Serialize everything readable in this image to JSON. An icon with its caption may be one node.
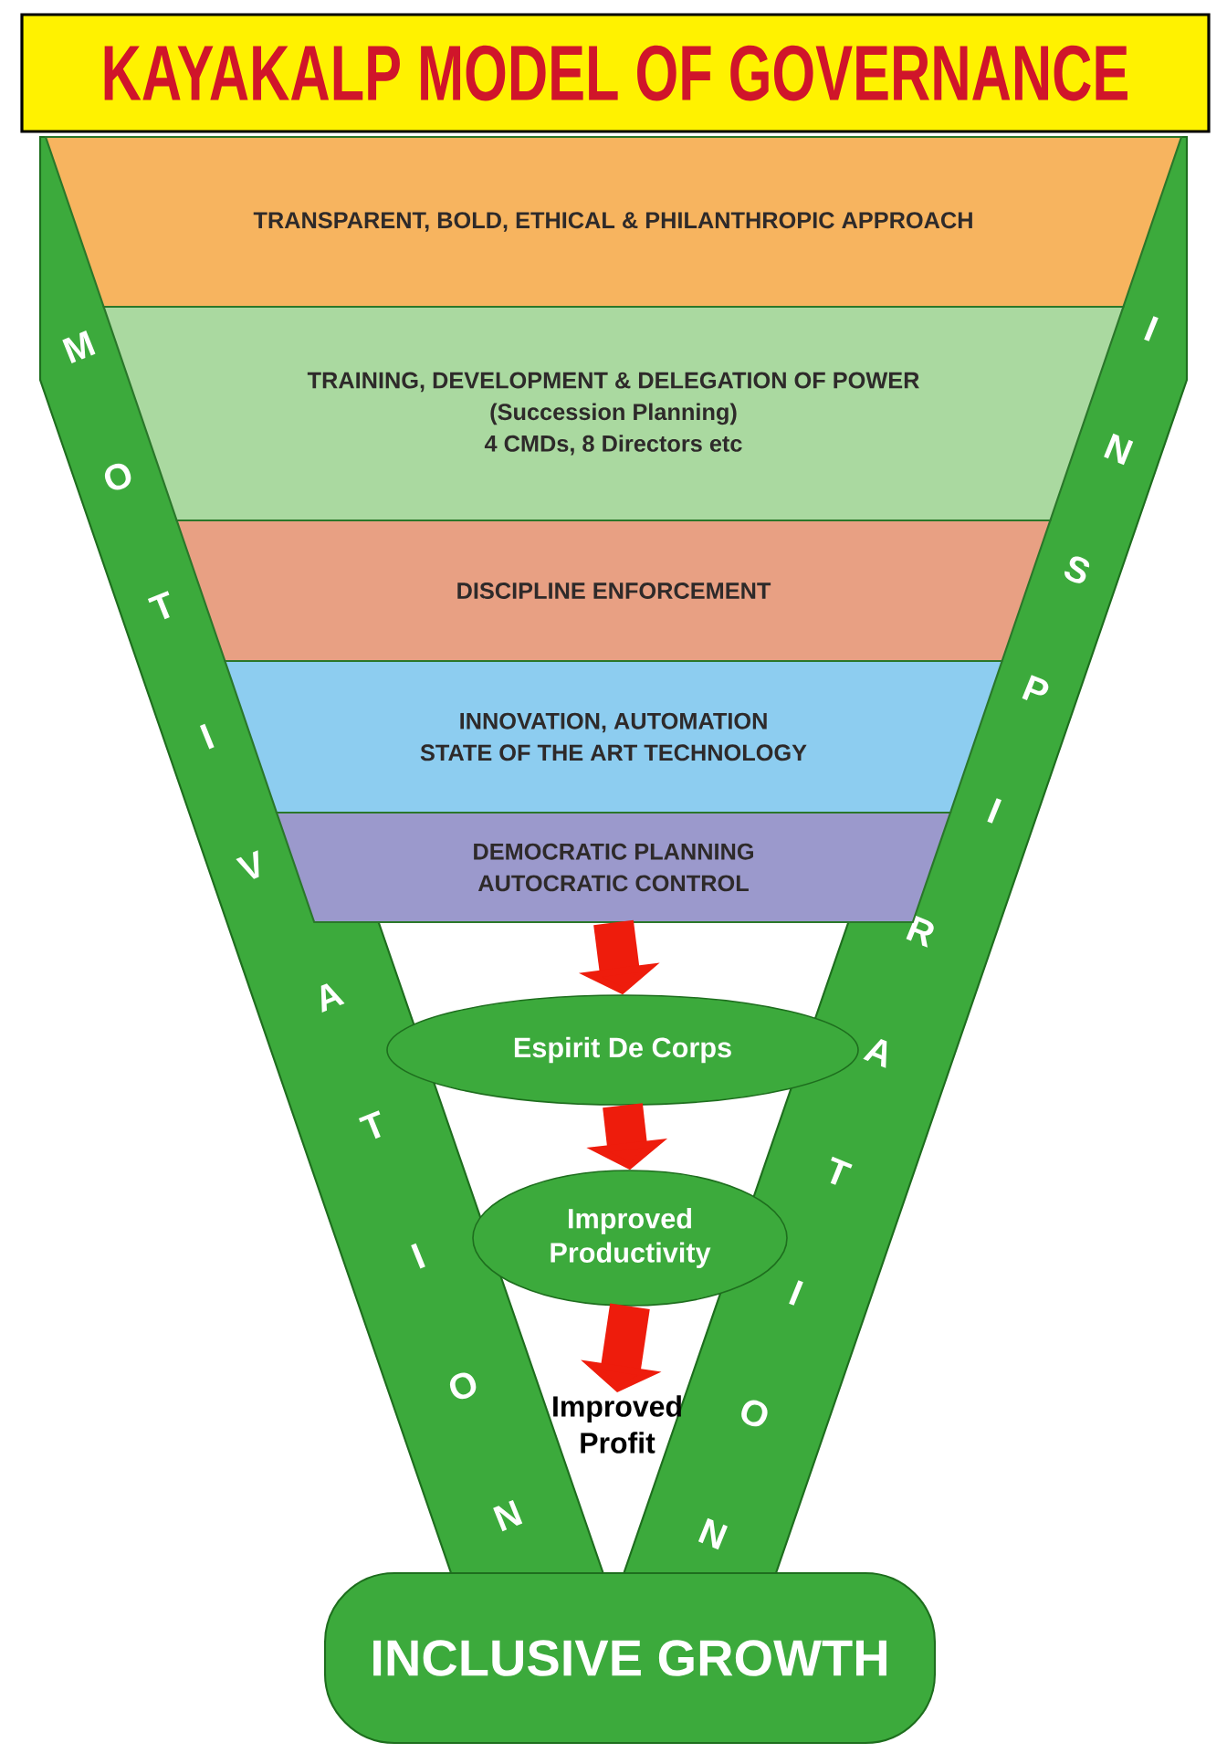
{
  "diagram": {
    "title": "KAYAKALP MODEL OF GOVERNANCE",
    "nodes": [
      {
        "text": [
          "TRANSPARENT, BOLD, ETHICAL & PHILANTHROPIC APPROACH"
        ]
      },
      {
        "text": [
          "TRAINING, DEVELOPMENT & DELEGATION OF POWER",
          "(Succession Planning)",
          "4 CMDs, 8 Directors etc"
        ]
      },
      {
        "text": [
          "DISCIPLINE ENFORCEMENT"
        ]
      },
      {
        "text": [
          "INNOVATION, AUTOMATION",
          "STATE OF THE ART TECHNOLOGY"
        ]
      },
      {
        "text": [
          "DEMOCRATIC PLANNING",
          "AUTOCRATIC CONTROL"
        ]
      },
      {
        "text": [
          "Espirit De Corps"
        ]
      },
      {
        "text": [
          "Improved Productivity"
        ]
      },
      {
        "text": [
          "Improved Profit"
        ]
      },
      {
        "text": [
          "INCLUSIVE GROWTH"
        ]
      },
      {
        "text": [
          "M",
          "O",
          "T",
          "I",
          "V",
          "A",
          "T",
          "I",
          "O",
          "N"
        ]
      },
      {
        "text": [
          "I",
          "N",
          "S",
          "P",
          "I",
          "R",
          "A",
          "T",
          "I",
          "O",
          "N"
        ]
      }
    ],
    "edges": [
      {
        "from": 4,
        "to": 5,
        "arrow": "to"
      },
      {
        "from": 5,
        "to": 6,
        "arrow": "to"
      },
      {
        "from": 6,
        "to": 7,
        "arrow": "to"
      }
    ]
  }
}
